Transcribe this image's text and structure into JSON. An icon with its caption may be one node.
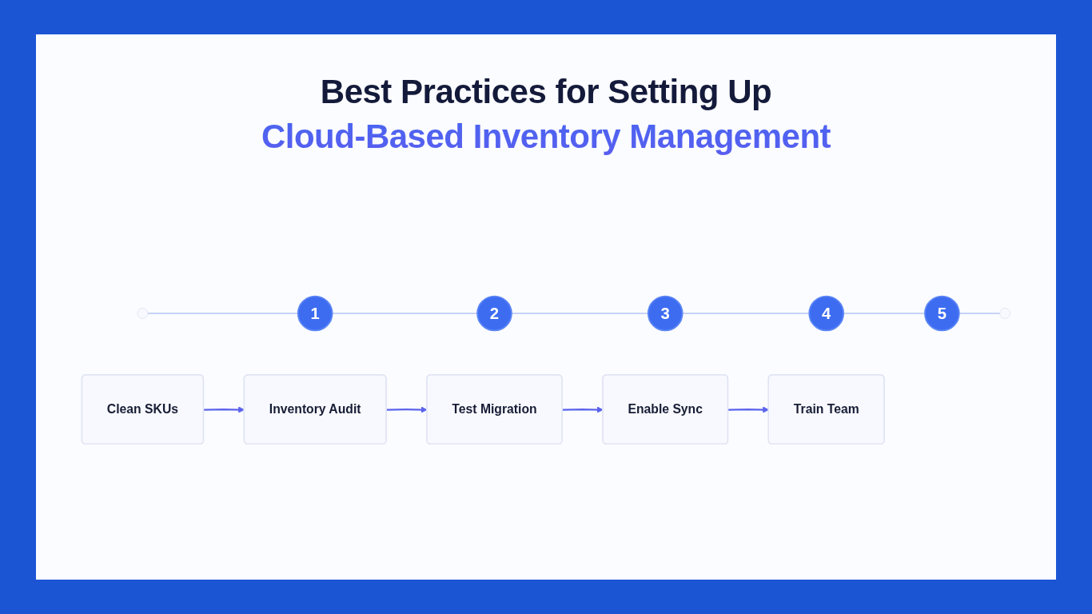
{
  "diagram": {
    "title": "Best Practices for Setting Up Cloud-Based Inventory Management",
    "nodes": [
      {
        "text": [],
        "shape": "circle"
      },
      {
        "text": [
          "1"
        ]
      },
      {
        "text": [
          "2"
        ]
      },
      {
        "text": [
          "3"
        ]
      },
      {
        "text": [
          "4"
        ]
      },
      {
        "text": [
          "5"
        ]
      },
      {
        "text": [],
        "shape": "circle"
      },
      {
        "text": [
          "Clean SKUs"
        ]
      },
      {
        "text": [
          "Inventory Audit"
        ]
      },
      {
        "text": [
          "Test Migration"
        ]
      },
      {
        "text": [
          "Enable Sync"
        ]
      },
      {
        "text": [
          "Train Team"
        ]
      }
    ],
    "edges": [
      {
        "from": 0,
        "to": 1,
        "arrow": "none"
      },
      {
        "from": 1,
        "to": 2,
        "arrow": "none"
      },
      {
        "from": 2,
        "to": 3,
        "arrow": "none"
      },
      {
        "from": 3,
        "to": 4,
        "arrow": "none"
      },
      {
        "from": 4,
        "to": 5,
        "arrow": "none"
      },
      {
        "from": 5,
        "to": 6,
        "arrow": "none"
      },
      {
        "from": 7,
        "to": 8,
        "arrow": "to",
        "color": "#5b63ec"
      },
      {
        "from": 8,
        "to": 9,
        "arrow": "to",
        "color": "#5b63ec"
      },
      {
        "from": 9,
        "to": 10,
        "arrow": "to",
        "color": "#5b63ec"
      },
      {
        "from": 10,
        "to": 11,
        "arrow": "to",
        "color": "#5b63ec"
      }
    ]
  }
}
